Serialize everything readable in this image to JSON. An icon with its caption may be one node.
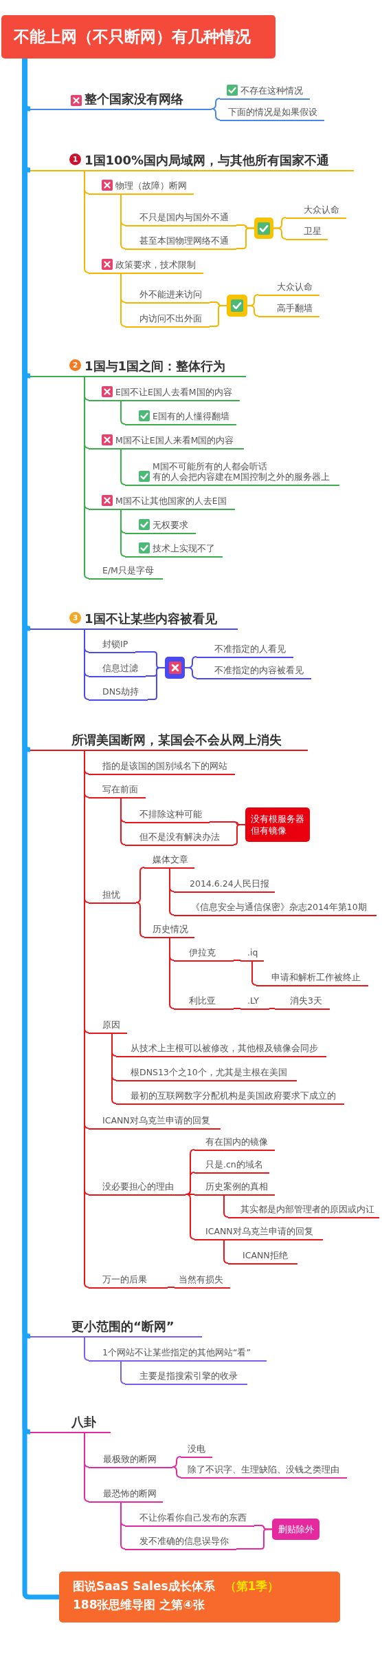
{
  "diagram": {
    "nodes": [
      {
        "text": [
          "不能上网（不只断网）有几种情况"
        ]
      },
      {
        "text": [
          "整个国家没有网络"
        ]
      },
      {
        "text": [
          "不存在这种情况"
        ]
      },
      {
        "text": [
          "下面的情况是如果假设"
        ]
      },
      {
        "text": [
          "1",
          "1国100%国内局域网，与其他所有国家不通"
        ]
      },
      {
        "text": [
          "物理（故障）断网"
        ]
      },
      {
        "text": [
          "不只是国内与国外不通"
        ]
      },
      {
        "text": [
          "甚至本国物理网络不通"
        ]
      },
      {
        "text": [],
        "shape": "box"
      },
      {
        "text": [
          "大众认命"
        ]
      },
      {
        "text": [
          "卫星"
        ]
      },
      {
        "text": [
          "政策要求，技术限制"
        ]
      },
      {
        "text": [
          "外不能进来访问"
        ]
      },
      {
        "text": [
          "内访问不出外面"
        ]
      },
      {
        "text": [],
        "shape": "box"
      },
      {
        "text": [
          "大众认命"
        ]
      },
      {
        "text": [
          "高手翻墙"
        ]
      },
      {
        "text": [
          "2",
          "1国与1国之间：整体行为"
        ]
      },
      {
        "text": [
          "E国不让E国人去看M国的内容"
        ]
      },
      {
        "text": [
          "E国有的人懂得翻墙"
        ]
      },
      {
        "text": [
          "M国不让E国人来看M国的内容"
        ]
      },
      {
        "text": [
          "M国不可能所有的人都会听话",
          "有的人会把内容建在M国控制之外的服务器上"
        ]
      },
      {
        "text": [
          "M国不让其他国家的人去E国"
        ]
      },
      {
        "text": [
          "无权要求"
        ]
      },
      {
        "text": [
          "技术上实现不了"
        ]
      },
      {
        "text": [
          "E/M只是字母"
        ]
      },
      {
        "text": [
          "3",
          "1国不让某些内容被看见"
        ]
      },
      {
        "text": [
          "封锁IP"
        ]
      },
      {
        "text": [
          "信息过滤"
        ]
      },
      {
        "text": [
          "DNS劫持"
        ]
      },
      {
        "text": [],
        "shape": "box"
      },
      {
        "text": [
          "不准指定的人看见"
        ]
      },
      {
        "text": [
          "不准指定的内容被看见"
        ]
      },
      {
        "text": [
          "所谓美国断网，某国会不会从网上消失"
        ]
      },
      {
        "text": [
          "指的是该国的国别域名下的网站"
        ]
      },
      {
        "text": [
          "写在前面"
        ]
      },
      {
        "text": [
          "不排除这种可能"
        ]
      },
      {
        "text": [
          "但不是没有解决办法"
        ]
      },
      {
        "text": [
          "没有根服务器但有镜像"
        ]
      },
      {
        "text": [
          "担忧"
        ]
      },
      {
        "text": [
          "媒体文章"
        ]
      },
      {
        "text": [
          "2014.6.24人民日报"
        ]
      },
      {
        "text": [
          "《信息安全与通信保密》杂志2014年第10期"
        ]
      },
      {
        "text": [
          "历史情况"
        ]
      },
      {
        "text": [
          "伊拉克"
        ]
      },
      {
        "text": [
          ".iq"
        ]
      },
      {
        "text": [
          "申请和解析工作被终止"
        ]
      },
      {
        "text": [
          "利比亚"
        ]
      },
      {
        "text": [
          ".LY"
        ]
      },
      {
        "text": [
          "消失3天"
        ]
      },
      {
        "text": [
          "原因"
        ]
      },
      {
        "text": [
          "从技术上主根可以被修改，其他根及镜像会同步"
        ]
      },
      {
        "text": [
          "根DNS13个之10个，尤其是主根在美国"
        ]
      },
      {
        "text": [
          "最初的互联网数字分配机构是美国政府要求下成立的"
        ]
      },
      {
        "text": [
          "ICANN对乌克兰申请的回复"
        ]
      },
      {
        "text": [
          "没必要担心的理由"
        ]
      },
      {
        "text": [
          "有在国内的镜像"
        ]
      },
      {
        "text": [
          "只是.cn的域名"
        ]
      },
      {
        "text": [
          "历史案例的真相"
        ]
      },
      {
        "text": [
          "其实都是内部管理者的原因或内讧"
        ]
      },
      {
        "text": [
          "ICANN对乌克兰申请的回复"
        ]
      },
      {
        "text": [
          "ICANN拒绝"
        ]
      },
      {
        "text": [
          "万一的后果"
        ]
      },
      {
        "text": [
          "当然有损失"
        ]
      },
      {
        "text": [
          "更小范围的“断网”"
        ]
      },
      {
        "text": [
          "1个网站不让某些指定的其他网站“看”"
        ]
      },
      {
        "text": [
          "主要是指搜索引擎的收录"
        ]
      },
      {
        "text": [
          "八卦"
        ]
      },
      {
        "text": [
          "最极致的断网"
        ]
      },
      {
        "text": [
          "没电"
        ]
      },
      {
        "text": [
          "除了不识字、生理缺陷、没钱之类理由"
        ]
      },
      {
        "text": [
          "最恐怖的断网"
        ]
      },
      {
        "text": [
          "不让你看你自己发布的东西"
        ]
      },
      {
        "text": [
          "发不准确的信息误导你"
        ]
      },
      {
        "text": [
          "删贴除外"
        ]
      },
      {
        "text": [
          "图说SaaS Sales成长体系",
          "（第1季）",
          "188张思维导图 之第④张"
        ]
      }
    ],
    "edges": [
      {
        "from": 0,
        "to": 1,
        "arrow": "none",
        "style": "thick",
        "color": "#1ea4f7"
      },
      {
        "from": 0,
        "to": 4,
        "arrow": "none",
        "style": "thick",
        "color": "#1ea4f7"
      },
      {
        "from": 0,
        "to": 17,
        "arrow": "none",
        "style": "thick",
        "color": "#1ea4f7"
      },
      {
        "from": 0,
        "to": 26,
        "arrow": "none",
        "style": "thick",
        "color": "#1ea4f7"
      },
      {
        "from": 0,
        "to": 33,
        "arrow": "none",
        "style": "thick",
        "color": "#1ea4f7"
      },
      {
        "from": 0,
        "to": 64,
        "arrow": "none",
        "style": "thick",
        "color": "#1ea4f7"
      },
      {
        "from": 0,
        "to": 67,
        "arrow": "none",
        "style": "thick",
        "color": "#1ea4f7"
      },
      {
        "from": 0,
        "to": 75,
        "arrow": "none",
        "style": "thick",
        "color": "#1ea4f7"
      },
      {
        "from": 1,
        "to": 2,
        "arrow": "none",
        "color": "#4a86e8"
      },
      {
        "from": 1,
        "to": 3,
        "arrow": "none",
        "color": "#4a86e8"
      },
      {
        "from": 4,
        "to": 5,
        "arrow": "none",
        "color": "#f7b500"
      },
      {
        "from": 5,
        "to": 6,
        "arrow": "none",
        "color": "#f7b500"
      },
      {
        "from": 5,
        "to": 7,
        "arrow": "none",
        "color": "#f7b500"
      },
      {
        "from": 6,
        "to": 8,
        "arrow": "none",
        "color": "#f7b500"
      },
      {
        "from": 7,
        "to": 8,
        "arrow": "none",
        "color": "#f7b500"
      },
      {
        "from": 8,
        "to": 9,
        "arrow": "none",
        "color": "#f7b500"
      },
      {
        "from": 8,
        "to": 10,
        "arrow": "none",
        "color": "#f7b500"
      },
      {
        "from": 4,
        "to": 11,
        "arrow": "none",
        "color": "#f7b500"
      },
      {
        "from": 11,
        "to": 12,
        "arrow": "none",
        "color": "#f7b500"
      },
      {
        "from": 11,
        "to": 13,
        "arrow": "none",
        "color": "#f7b500"
      },
      {
        "from": 12,
        "to": 14,
        "arrow": "none",
        "color": "#f7b500"
      },
      {
        "from": 13,
        "to": 14,
        "arrow": "none",
        "color": "#f7b500"
      },
      {
        "from": 14,
        "to": 15,
        "arrow": "none",
        "color": "#f7b500"
      },
      {
        "from": 14,
        "to": 16,
        "arrow": "none",
        "color": "#f7b500"
      },
      {
        "from": 17,
        "to": 18,
        "arrow": "none",
        "color": "#3aae4a"
      },
      {
        "from": 18,
        "to": 19,
        "arrow": "none",
        "color": "#3aae4a"
      },
      {
        "from": 17,
        "to": 20,
        "arrow": "none",
        "color": "#3aae4a"
      },
      {
        "from": 20,
        "to": 21,
        "arrow": "none",
        "color": "#3aae4a"
      },
      {
        "from": 17,
        "to": 22,
        "arrow": "none",
        "color": "#3aae4a"
      },
      {
        "from": 22,
        "to": 23,
        "arrow": "none",
        "color": "#3aae4a"
      },
      {
        "from": 22,
        "to": 24,
        "arrow": "none",
        "color": "#3aae4a"
      },
      {
        "from": 17,
        "to": 25,
        "arrow": "none",
        "color": "#3aae4a"
      },
      {
        "from": 26,
        "to": 27,
        "arrow": "none",
        "color": "#4a4af0"
      },
      {
        "from": 26,
        "to": 28,
        "arrow": "none",
        "color": "#4a4af0"
      },
      {
        "from": 26,
        "to": 29,
        "arrow": "none",
        "color": "#4a4af0"
      },
      {
        "from": 27,
        "to": 30,
        "arrow": "none",
        "color": "#4a4af0"
      },
      {
        "from": 28,
        "to": 30,
        "arrow": "none",
        "color": "#4a4af0"
      },
      {
        "from": 29,
        "to": 30,
        "arrow": "none",
        "color": "#4a4af0"
      },
      {
        "from": 30,
        "to": 31,
        "arrow": "none",
        "color": "#4a4af0"
      },
      {
        "from": 30,
        "to": 32,
        "arrow": "none",
        "color": "#4a4af0"
      },
      {
        "from": 33,
        "to": 34,
        "arrow": "none"
      },
      {
        "from": 33,
        "to": 35,
        "arrow": "none"
      },
      {
        "from": 35,
        "to": 36,
        "arrow": "none"
      },
      {
        "from": 35,
        "to": 37,
        "arrow": "none"
      },
      {
        "from": 36,
        "to": 38,
        "arrow": "none"
      },
      {
        "from": 37,
        "to": 38,
        "arrow": "none"
      },
      {
        "from": 33,
        "to": 39,
        "arrow": "none"
      },
      {
        "from": 39,
        "to": 40,
        "arrow": "none"
      },
      {
        "from": 40,
        "to": 41,
        "arrow": "none"
      },
      {
        "from": 40,
        "to": 42,
        "arrow": "none"
      },
      {
        "from": 39,
        "to": 43,
        "arrow": "none"
      },
      {
        "from": 43,
        "to": 44,
        "arrow": "none"
      },
      {
        "from": 44,
        "to": 45,
        "arrow": "none"
      },
      {
        "from": 45,
        "to": 46,
        "arrow": "none"
      },
      {
        "from": 43,
        "to": 47,
        "arrow": "none"
      },
      {
        "from": 47,
        "to": 48,
        "arrow": "none"
      },
      {
        "from": 48,
        "to": 49,
        "arrow": "none"
      },
      {
        "from": 33,
        "to": 50,
        "arrow": "none"
      },
      {
        "from": 50,
        "to": 51,
        "arrow": "none"
      },
      {
        "from": 50,
        "to": 52,
        "arrow": "none"
      },
      {
        "from": 50,
        "to": 53,
        "arrow": "none"
      },
      {
        "from": 33,
        "to": 54,
        "arrow": "none"
      },
      {
        "from": 33,
        "to": 55,
        "arrow": "none"
      },
      {
        "from": 55,
        "to": 56,
        "arrow": "none"
      },
      {
        "from": 55,
        "to": 57,
        "arrow": "none"
      },
      {
        "from": 55,
        "to": 58,
        "arrow": "none"
      },
      {
        "from": 58,
        "to": 59,
        "arrow": "none"
      },
      {
        "from": 55,
        "to": 60,
        "arrow": "none"
      },
      {
        "from": 60,
        "to": 61,
        "arrow": "none"
      },
      {
        "from": 33,
        "to": 62,
        "arrow": "none"
      },
      {
        "from": 62,
        "to": 63,
        "arrow": "none"
      },
      {
        "from": 64,
        "to": 65,
        "arrow": "none",
        "color": "#7d5cf0"
      },
      {
        "from": 65,
        "to": 66,
        "arrow": "none",
        "color": "#7d5cf0"
      },
      {
        "from": 67,
        "to": 68,
        "arrow": "none",
        "color": "#e52aa0"
      },
      {
        "from": 68,
        "to": 69,
        "arrow": "none",
        "color": "#e52aa0"
      },
      {
        "from": 68,
        "to": 70,
        "arrow": "none",
        "color": "#e52aa0"
      },
      {
        "from": 67,
        "to": 71,
        "arrow": "none",
        "color": "#e52aa0"
      },
      {
        "from": 71,
        "to": 72,
        "arrow": "none",
        "color": "#e52aa0"
      },
      {
        "from": 71,
        "to": 73,
        "arrow": "none",
        "color": "#e52aa0"
      },
      {
        "from": 72,
        "to": 74,
        "arrow": "none",
        "color": "#e52aa0"
      },
      {
        "from": 73,
        "to": 74,
        "arrow": "none",
        "color": "#e52aa0"
      }
    ]
  }
}
